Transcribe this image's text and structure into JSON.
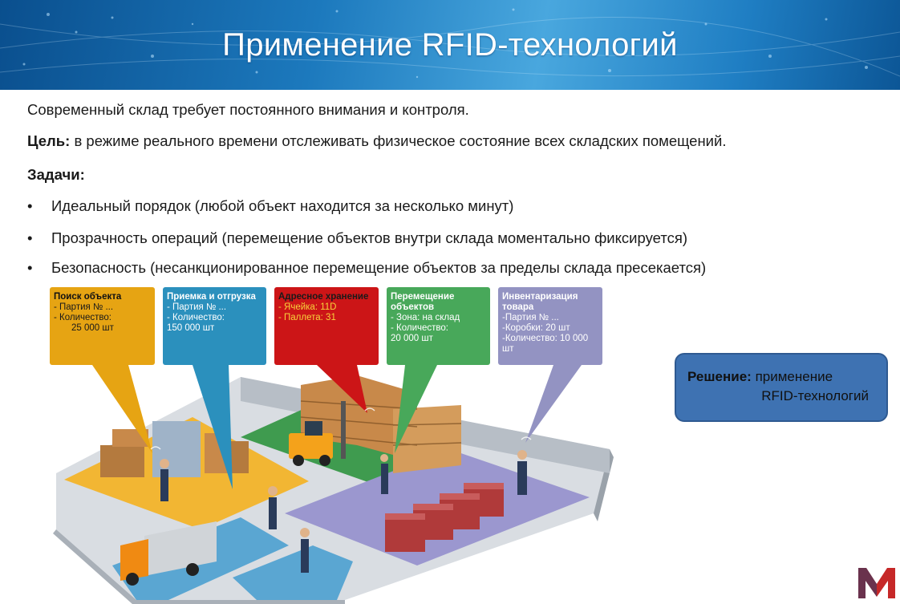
{
  "header": {
    "title": "Применение RFID-технологий"
  },
  "intro": {
    "line1": "Современный склад требует постоянного внимания и контроля.",
    "goal_label": "Цель:",
    "goal_text": " в режиме реального времени отслеживать физическое состояние всех складских помещений."
  },
  "tasks": {
    "heading": "Задачи:",
    "bullet": "•",
    "items": [
      "Идеальный порядок (любой объект находится за несколько минут)",
      "Прозрачность операций (перемещение объектов внутри склада моментально фиксируется)",
      "Безопасность (несанкционированное перемещение объектов за пределы склада пресекается)"
    ]
  },
  "callouts": [
    {
      "title": "Поиск объекта",
      "lines": [
        "- Партия № ...",
        "- Количество:",
        "25 000 шт"
      ]
    },
    {
      "title": "Приемка и отгрузка",
      "lines": [
        "- Партия № ...",
        "- Количество:",
        "150 000 шт"
      ]
    },
    {
      "title": "Адресное хранение",
      "lines": [
        "- Ячейка: 11D",
        "- Паллета: 31"
      ]
    },
    {
      "title": "Перемещение объектов",
      "lines": [
        "- Зона: на склад",
        "- Количество:",
        "20 000 шт"
      ]
    },
    {
      "title": "Инвентаризация товара",
      "lines": [
        "-Партия № ...",
        "-Коробки: 20 шт",
        "-Количество: 10 000 шт"
      ]
    }
  ],
  "solution": {
    "label": "Решение:",
    "text_a": " применение",
    "text_b": "RFID-технологий"
  },
  "colors": {
    "yellow": "#e6a413",
    "blue": "#2b90bd",
    "red": "#cc1517",
    "green": "#48a85a",
    "purple": "#9393c2",
    "solution": "#3e72b2",
    "logo": "#c62828"
  },
  "icons": {
    "logo": "m-logo-icon"
  }
}
